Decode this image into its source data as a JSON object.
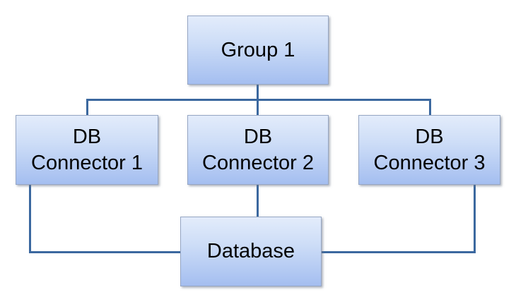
{
  "diagram": {
    "nodes": [
      {
        "id": "group-1",
        "lines": [
          "Group 1"
        ]
      },
      {
        "id": "db-connector-1",
        "lines": [
          "DB",
          "Connector 1"
        ]
      },
      {
        "id": "db-connector-2",
        "lines": [
          "DB",
          "Connector 2"
        ]
      },
      {
        "id": "db-connector-3",
        "lines": [
          "DB",
          "Connector 3"
        ]
      },
      {
        "id": "database",
        "lines": [
          "Database"
        ]
      }
    ],
    "edges": [
      {
        "from": "group-1",
        "to": "db-connector-1"
      },
      {
        "from": "group-1",
        "to": "db-connector-2"
      },
      {
        "from": "group-1",
        "to": "db-connector-3"
      },
      {
        "from": "db-connector-1",
        "to": "database"
      },
      {
        "from": "db-connector-2",
        "to": "database"
      },
      {
        "from": "db-connector-3",
        "to": "database"
      }
    ],
    "colors": {
      "node_fill_top": "#e3ecfb",
      "node_fill_bottom": "#a4bef0",
      "node_border": "#96a6c3",
      "connector_line": "#3b689f",
      "text": "#000000",
      "background": "#ffffff"
    }
  }
}
